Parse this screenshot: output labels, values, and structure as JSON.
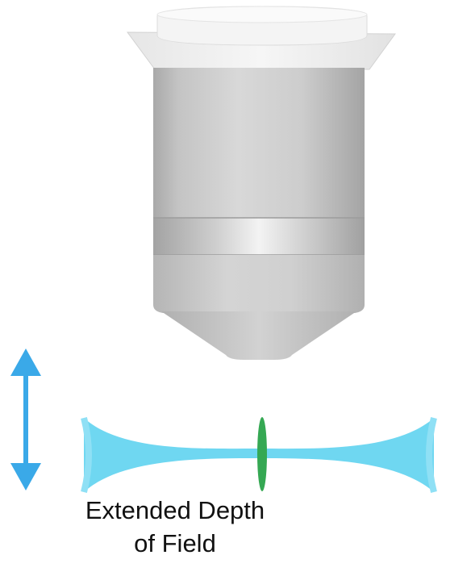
{
  "caption": {
    "line1": "Extended Depth",
    "line2": "of Field"
  },
  "icons": {
    "objective": "microscope-objective-lens",
    "arrow": "double-headed-vertical-arrow",
    "beam": "light-beam-waist",
    "focal_marker": "focal-plane-marker"
  },
  "colors": {
    "beam": "#5fd3f0",
    "arrow": "#3aa9e8",
    "focal_marker": "#35a853",
    "lens_body": "#c9c9c9",
    "lens_cap": "#efefef"
  }
}
